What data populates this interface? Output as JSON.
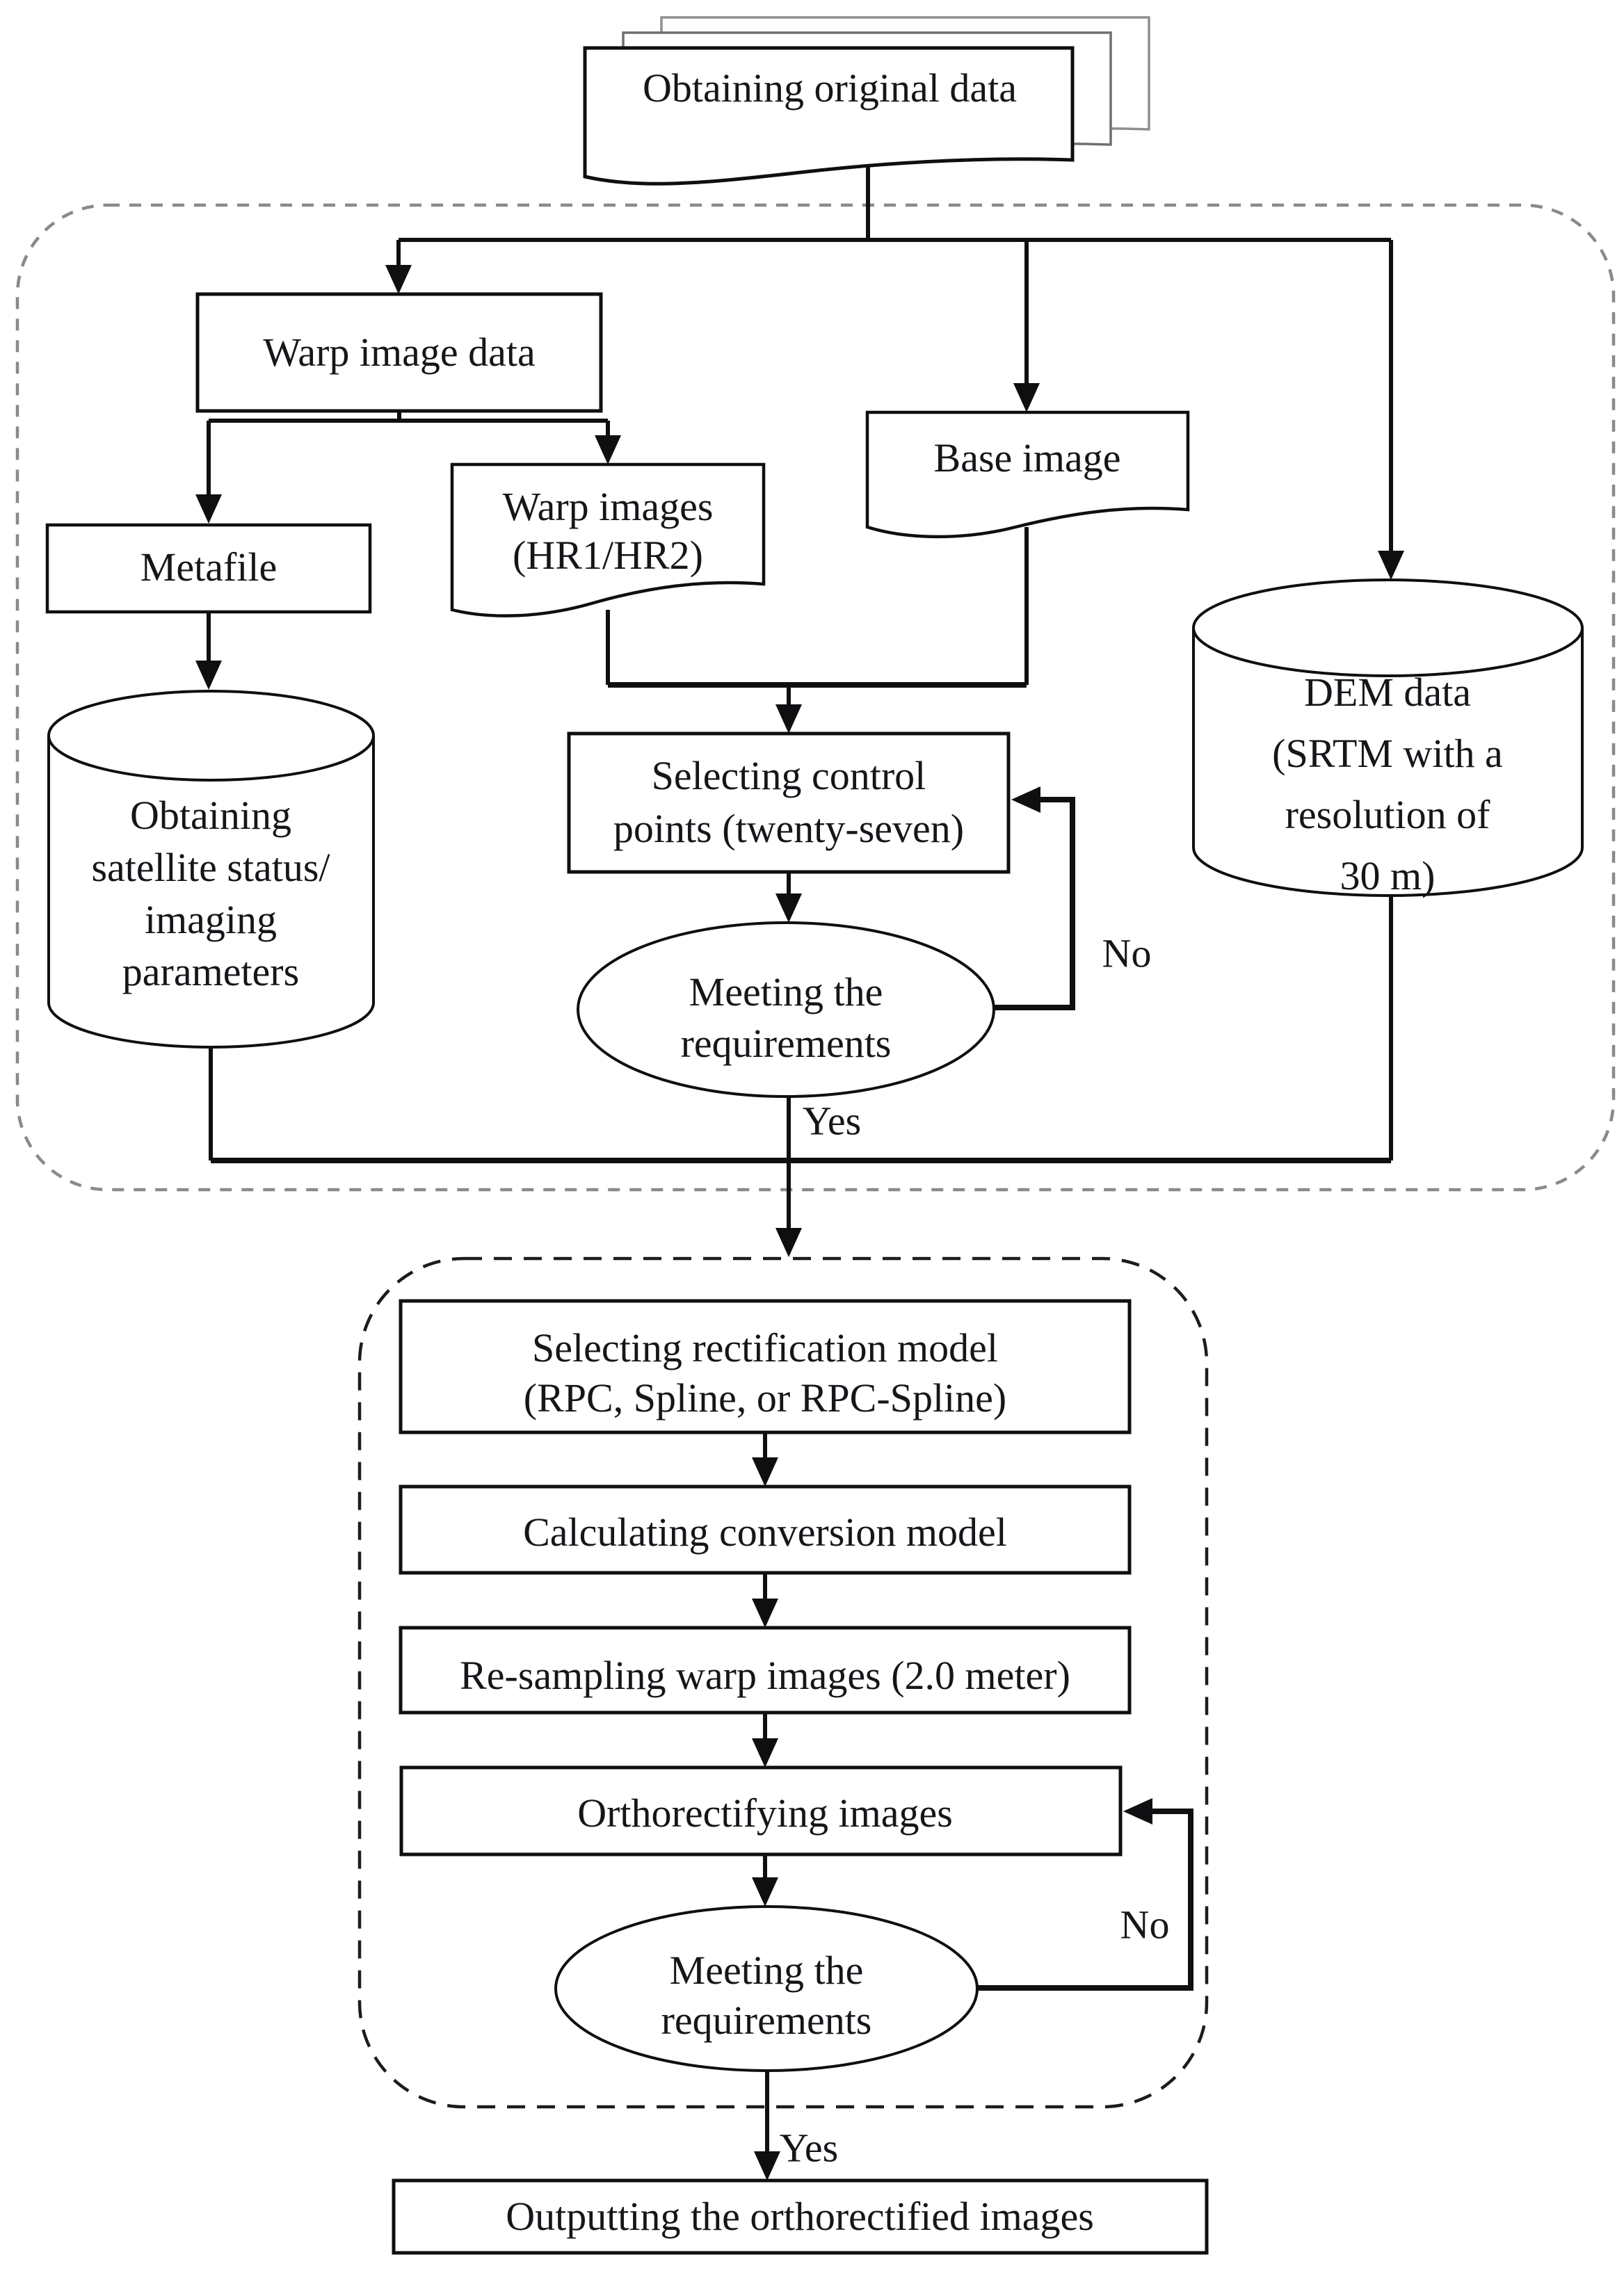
{
  "palette": {
    "ink": "#16151a",
    "line": "#0f0f12",
    "stack_gray": "#8f8f8f",
    "dashed_box_outer": "#8a8a8a",
    "dashed_box_inner": "#1c1c1c",
    "background": "#ffffff"
  },
  "nodes": {
    "source_doc": {
      "label": "Obtaining original data",
      "shape": "document-stack"
    },
    "warp_image_data": {
      "label": "Warp image data",
      "shape": "process"
    },
    "metafile": {
      "label": "Metafile",
      "shape": "process"
    },
    "warp_images": {
      "label": "Warp images\n(HR1/HR2)",
      "shape": "document"
    },
    "base_image": {
      "label": "Base image",
      "shape": "document"
    },
    "satellite_params": {
      "label": "Obtaining\nsatellite status/\nimaging\nparameters",
      "shape": "database"
    },
    "dem_data": {
      "label": "DEM data\n(SRTM with a\nresolution of 30 m)",
      "shape": "database"
    },
    "control_points": {
      "label": "Selecting control\npoints (twenty-seven)",
      "shape": "process"
    },
    "meeting_requirements_1": {
      "label": "Meeting the\nrequirements",
      "shape": "decision"
    },
    "rectification_model": {
      "label": "Selecting rectification model\n(RPC, Spline, or RPC-Spline)",
      "shape": "process"
    },
    "conversion_model": {
      "label": "Calculating conversion model",
      "shape": "process"
    },
    "resampling": {
      "label": "Re-sampling warp images (2.0 meter)",
      "shape": "process"
    },
    "orthorectifying": {
      "label": "Orthorectifying images",
      "shape": "process"
    },
    "meeting_requirements_2": {
      "label": "Meeting the\nrequirements",
      "shape": "decision"
    },
    "output": {
      "label": "Outputting the orthorectified images",
      "shape": "process"
    }
  },
  "edge_labels": {
    "no_1": "No",
    "yes_1": "Yes",
    "no_2": "No",
    "yes_2": "Yes"
  }
}
